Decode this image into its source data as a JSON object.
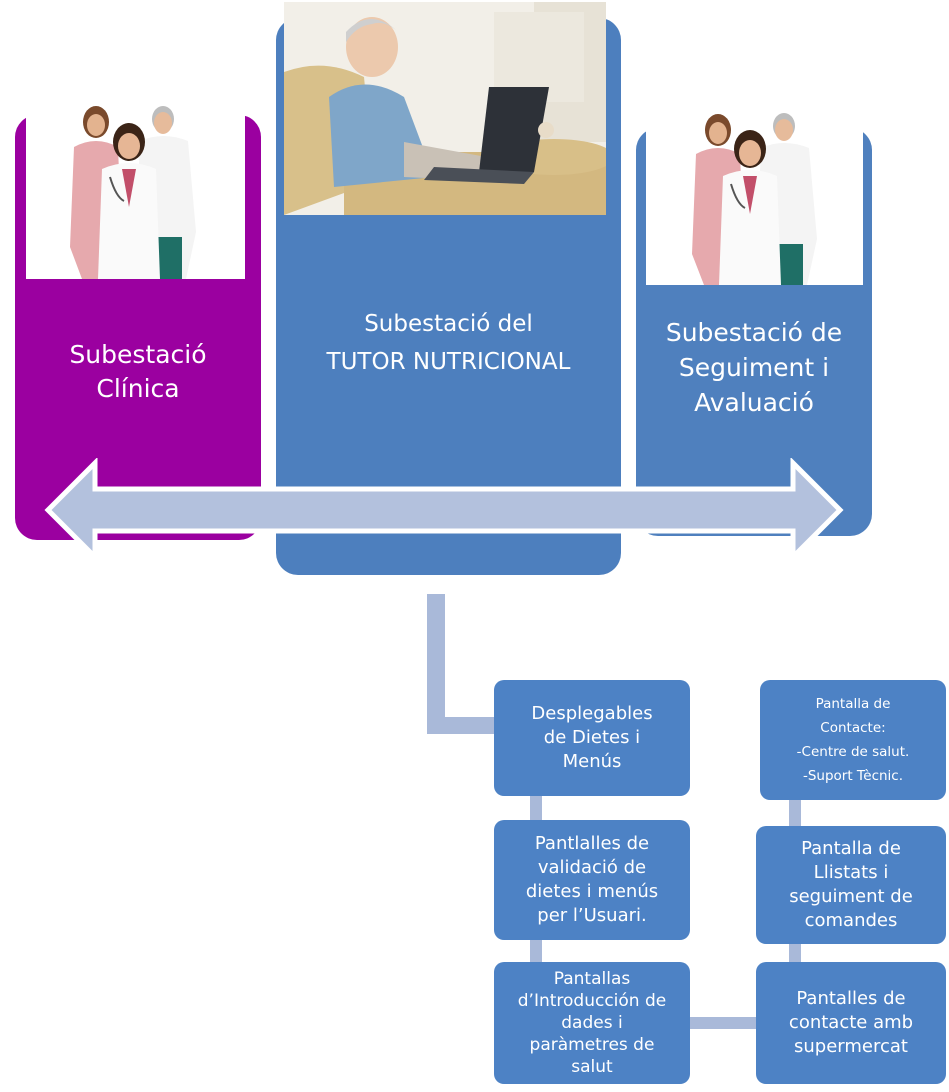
{
  "colors": {
    "clinic": "#9b00a0",
    "tutor": "#4d7fbe",
    "tracking": "#4f80be",
    "box": "#4d82c5",
    "connector": "#a9b9d9",
    "arrow": "#b3c1dd"
  },
  "cards": {
    "clinic": {
      "lines": [
        "Subestació",
        "Clínica"
      ],
      "photo": "medical-team-photo"
    },
    "tutor": {
      "lines": [
        "Subestació del",
        "TUTOR NUTRICIONAL"
      ],
      "photo": "man-with-laptop-photo"
    },
    "tracking": {
      "lines": [
        "Subestació de",
        "Seguiment i",
        "Avaluació"
      ],
      "photo": "medical-team-photo"
    }
  },
  "flow": {
    "desplegables": {
      "lines": [
        "Desplegables",
        "de Dietes i",
        "Menús"
      ]
    },
    "validacio": {
      "lines": [
        "Pantlalles de",
        "validació de",
        "dietes i menús",
        "per l’Usuari."
      ]
    },
    "introduccio": {
      "lines": [
        "Pantallas",
        "d’Introducción de",
        "dades i",
        "paràmetres de",
        "salut"
      ]
    },
    "supermercat": {
      "lines": [
        "Pantalles de",
        "contacte amb",
        "supermercat"
      ]
    },
    "llistats": {
      "lines": [
        "Pantalla de",
        "Llistats i",
        "seguiment de",
        "comandes"
      ]
    },
    "contacte": {
      "lines": [
        "Pantalla  de",
        "Contacte:",
        "-Centre de salut.",
        "-Suport Tècnic."
      ]
    }
  }
}
